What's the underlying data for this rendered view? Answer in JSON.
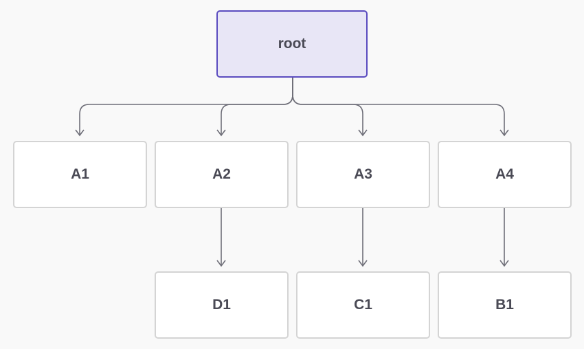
{
  "nodes": {
    "root": "root",
    "a1": "A1",
    "a2": "A2",
    "a3": "A3",
    "a4": "A4",
    "d1": "D1",
    "c1": "C1",
    "b1": "B1"
  },
  "edges": [
    {
      "from": "root",
      "to": "A1"
    },
    {
      "from": "root",
      "to": "A2"
    },
    {
      "from": "root",
      "to": "A3"
    },
    {
      "from": "root",
      "to": "A4"
    },
    {
      "from": "A2",
      "to": "D1"
    },
    {
      "from": "A3",
      "to": "C1"
    },
    {
      "from": "A4",
      "to": "B1"
    }
  ],
  "colors": {
    "root_fill": "#e8e6f6",
    "root_border": "#5a4bbf",
    "node_fill": "#ffffff",
    "node_border": "#d4d4d4",
    "edge": "#6e6e78",
    "text": "#4a4a55"
  }
}
